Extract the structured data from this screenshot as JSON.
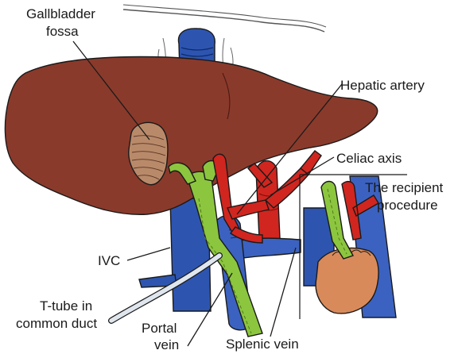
{
  "labels": {
    "gallbladder_fossa_line1": "Gallbladder",
    "gallbladder_fossa_line2": "fossa",
    "hepatic_artery": "Hepatic artery",
    "celiac_axis": "Celiac axis",
    "recipient_line1": "The recipient",
    "recipient_line2": "procedure",
    "ivc": "IVC",
    "t_tube_line1": "T-tube in",
    "t_tube_line2": "common duct",
    "portal_line1": "Portal",
    "portal_line2": "vein",
    "splenic_vein": "Splenic vein"
  },
  "colors": {
    "liver": "#8a3a2b",
    "liver_dark": "#6f2a1e",
    "gallbladder_fossa": "#b98a6a",
    "vena_cava": "#2d55b0",
    "portal_vein": "#3b62c0",
    "artery": "#d0261f",
    "bile_duct": "#8cc63f",
    "pancreas": "#d98a5a",
    "t_tube": "#dfe6ee"
  }
}
